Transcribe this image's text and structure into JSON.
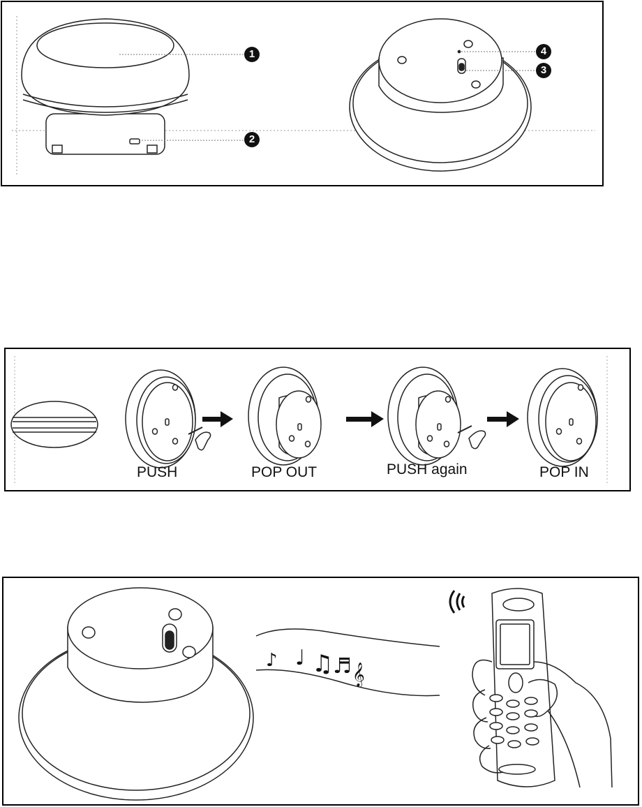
{
  "parts_panel": {
    "callouts": [
      "1",
      "2",
      "3",
      "4"
    ]
  },
  "popup_panel": {
    "steps": [
      {
        "label": "PUSH"
      },
      {
        "label": "POP OUT"
      },
      {
        "label": "PUSH again"
      },
      {
        "label": "POP IN"
      }
    ],
    "arrow_icon": "right-arrow-icon"
  },
  "stream_panel": {
    "icons": [
      "speaker-icon",
      "music-notes-icon",
      "mobile-phone-icon",
      "wireless-signal-icon",
      "hand-icon"
    ]
  },
  "colors": {
    "line": "#222222",
    "guide": "#9a9a9a",
    "fill": "#ffffff"
  }
}
